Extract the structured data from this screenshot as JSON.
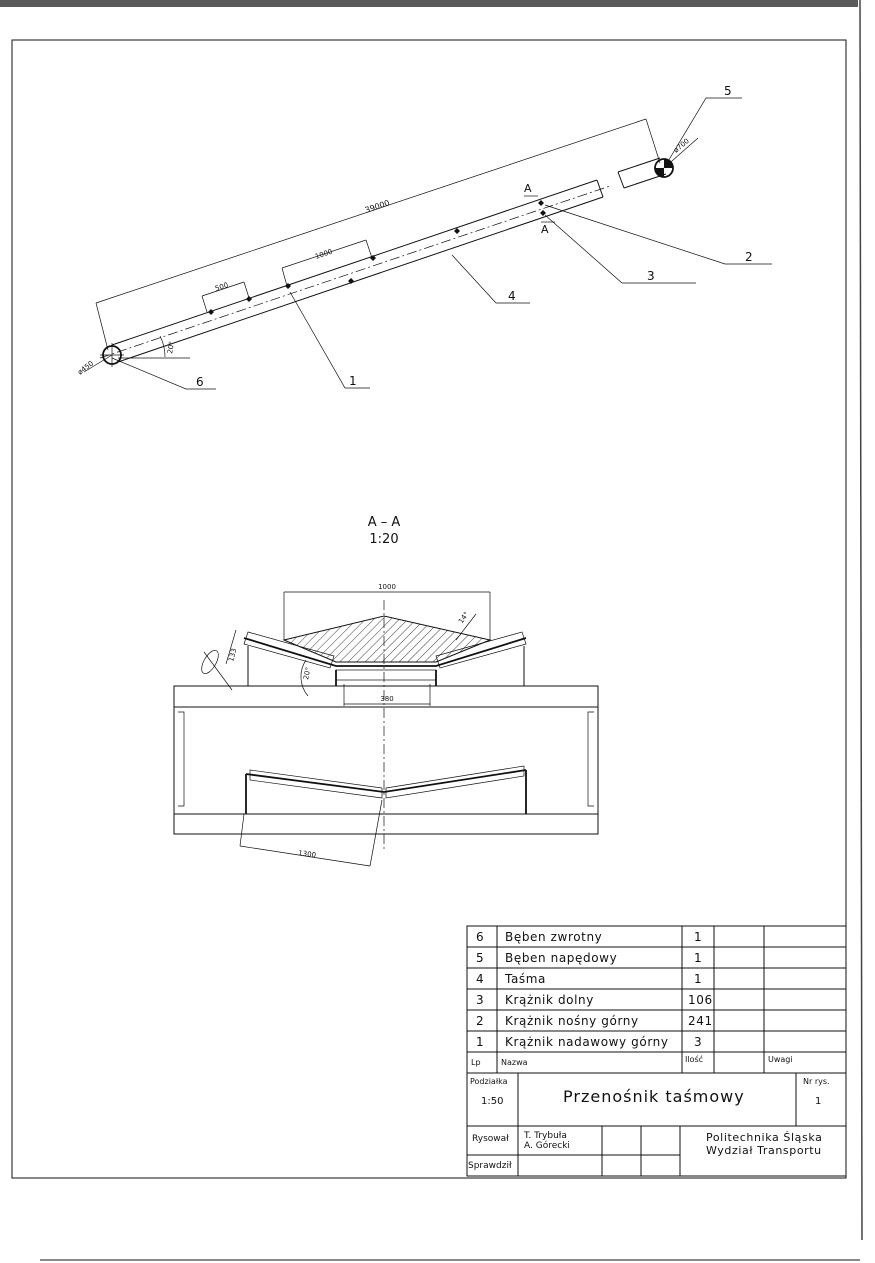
{
  "drawing": {
    "top_view": {
      "dimensions": {
        "overall_length": "39000",
        "spacing_lower": "500",
        "spacing_upper": "1000",
        "return_drum_dia": "ø450",
        "drive_drum_dia": "ø700",
        "angle": "20°"
      },
      "section_marks": [
        "A",
        "A"
      ],
      "callouts": [
        "1",
        "2",
        "3",
        "4",
        "5",
        "6"
      ]
    },
    "section": {
      "title": "A – A",
      "scale": "1:20",
      "dimensions": {
        "belt_width": "1000",
        "top_roller_len": "380",
        "angle_top": "14°",
        "side_height": "133",
        "slope": "20°",
        "return_len": "1300"
      }
    }
  },
  "title_block": {
    "parts": [
      {
        "lp": "6",
        "name": "Bęben zwrotny",
        "qty": "1"
      },
      {
        "lp": "5",
        "name": "Bęben napędowy",
        "qty": "1"
      },
      {
        "lp": "4",
        "name": "Taśma",
        "qty": "1"
      },
      {
        "lp": "3",
        "name": "Krążnik dolny",
        "qty": "106"
      },
      {
        "lp": "2",
        "name": "Krążnik nośny górny",
        "qty": "241"
      },
      {
        "lp": "1",
        "name": "Krążnik nadawowy górny",
        "qty": "3"
      }
    ],
    "headers": {
      "lp": "Lp",
      "name": "Nazwa",
      "qty": "Ilość",
      "notes": "Uwagi"
    },
    "scale_label": "Podziałka",
    "scale_value": "1:50",
    "title": "Przenośnik taśmowy",
    "drawing_no_label": "Nr rys.",
    "drawing_no": "1",
    "drawn_label": "Rysował",
    "drawn_by": [
      "T. Trybuła",
      "A. Górecki"
    ],
    "checked_label": "Sprawdził",
    "institution": [
      "Politechnika Śląska",
      "Wydział Transportu"
    ]
  }
}
